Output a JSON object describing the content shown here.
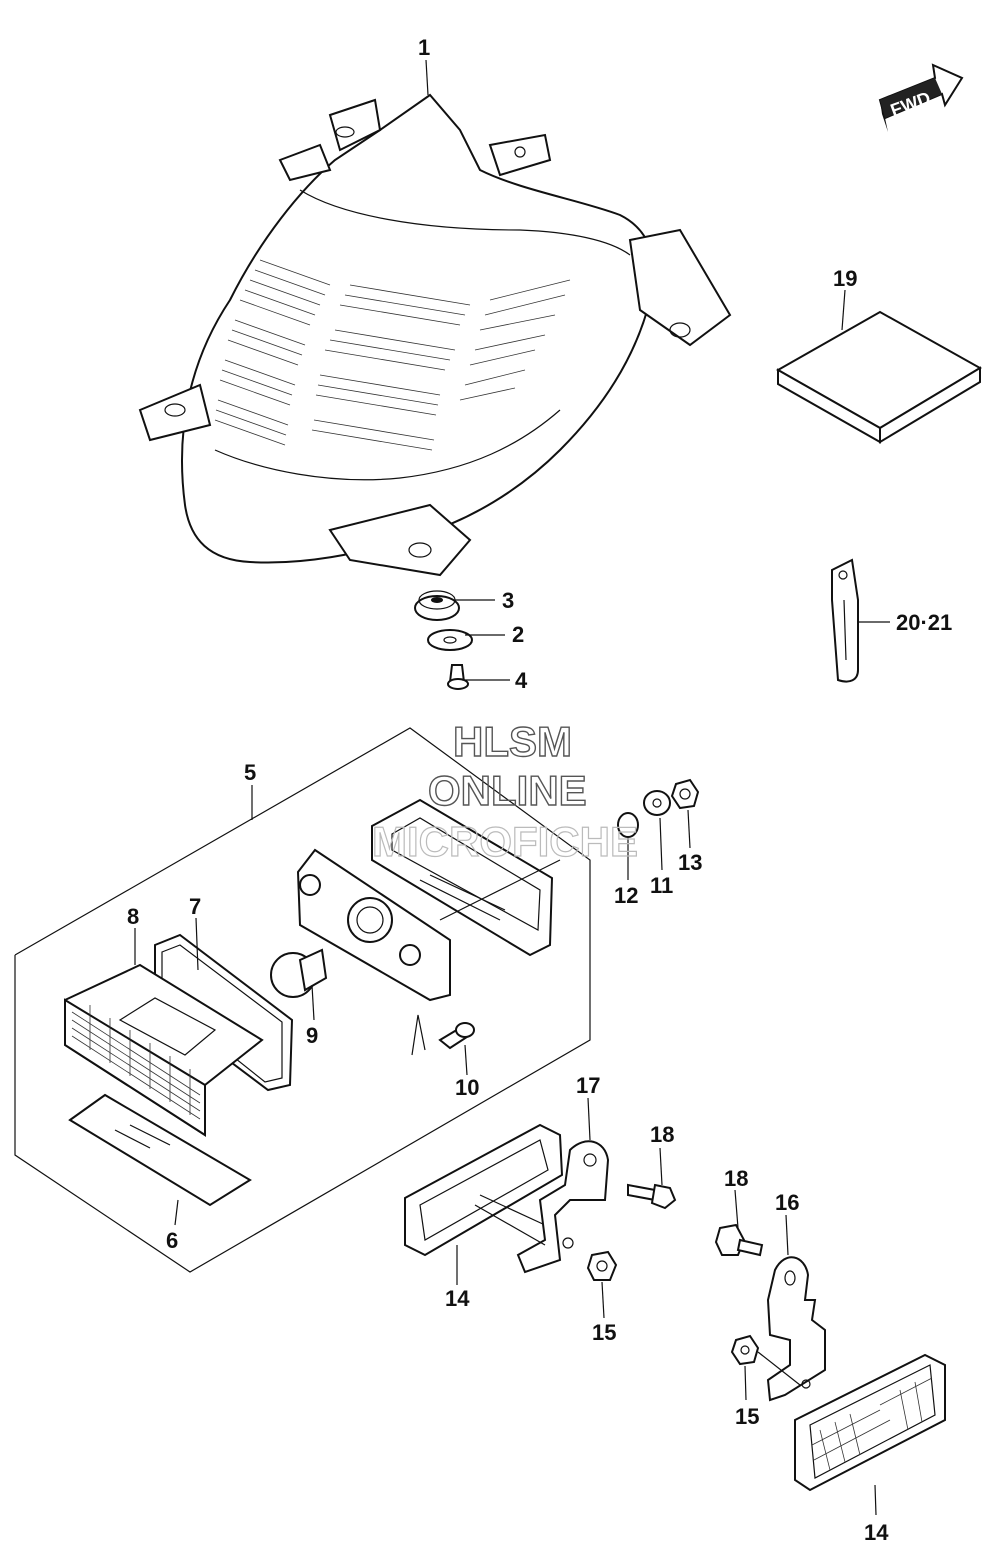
{
  "fwd_badge": {
    "text": "FWD"
  },
  "watermark": {
    "line1": "HLSM",
    "line2": "ONLINE",
    "line3": "MICROFICHE"
  },
  "callouts": {
    "c1": "1",
    "c2": "2",
    "c3": "3",
    "c4": "4",
    "c5": "5",
    "c6": "6",
    "c7": "7",
    "c8": "8",
    "c9": "9",
    "c10": "10",
    "c11": "11",
    "c12": "12",
    "c13": "13",
    "c14a": "14",
    "c14b": "14",
    "c15a": "15",
    "c15b": "15",
    "c16": "16",
    "c17": "17",
    "c18a": "18",
    "c18b": "18",
    "c19": "19",
    "c20_21": "20·21"
  }
}
